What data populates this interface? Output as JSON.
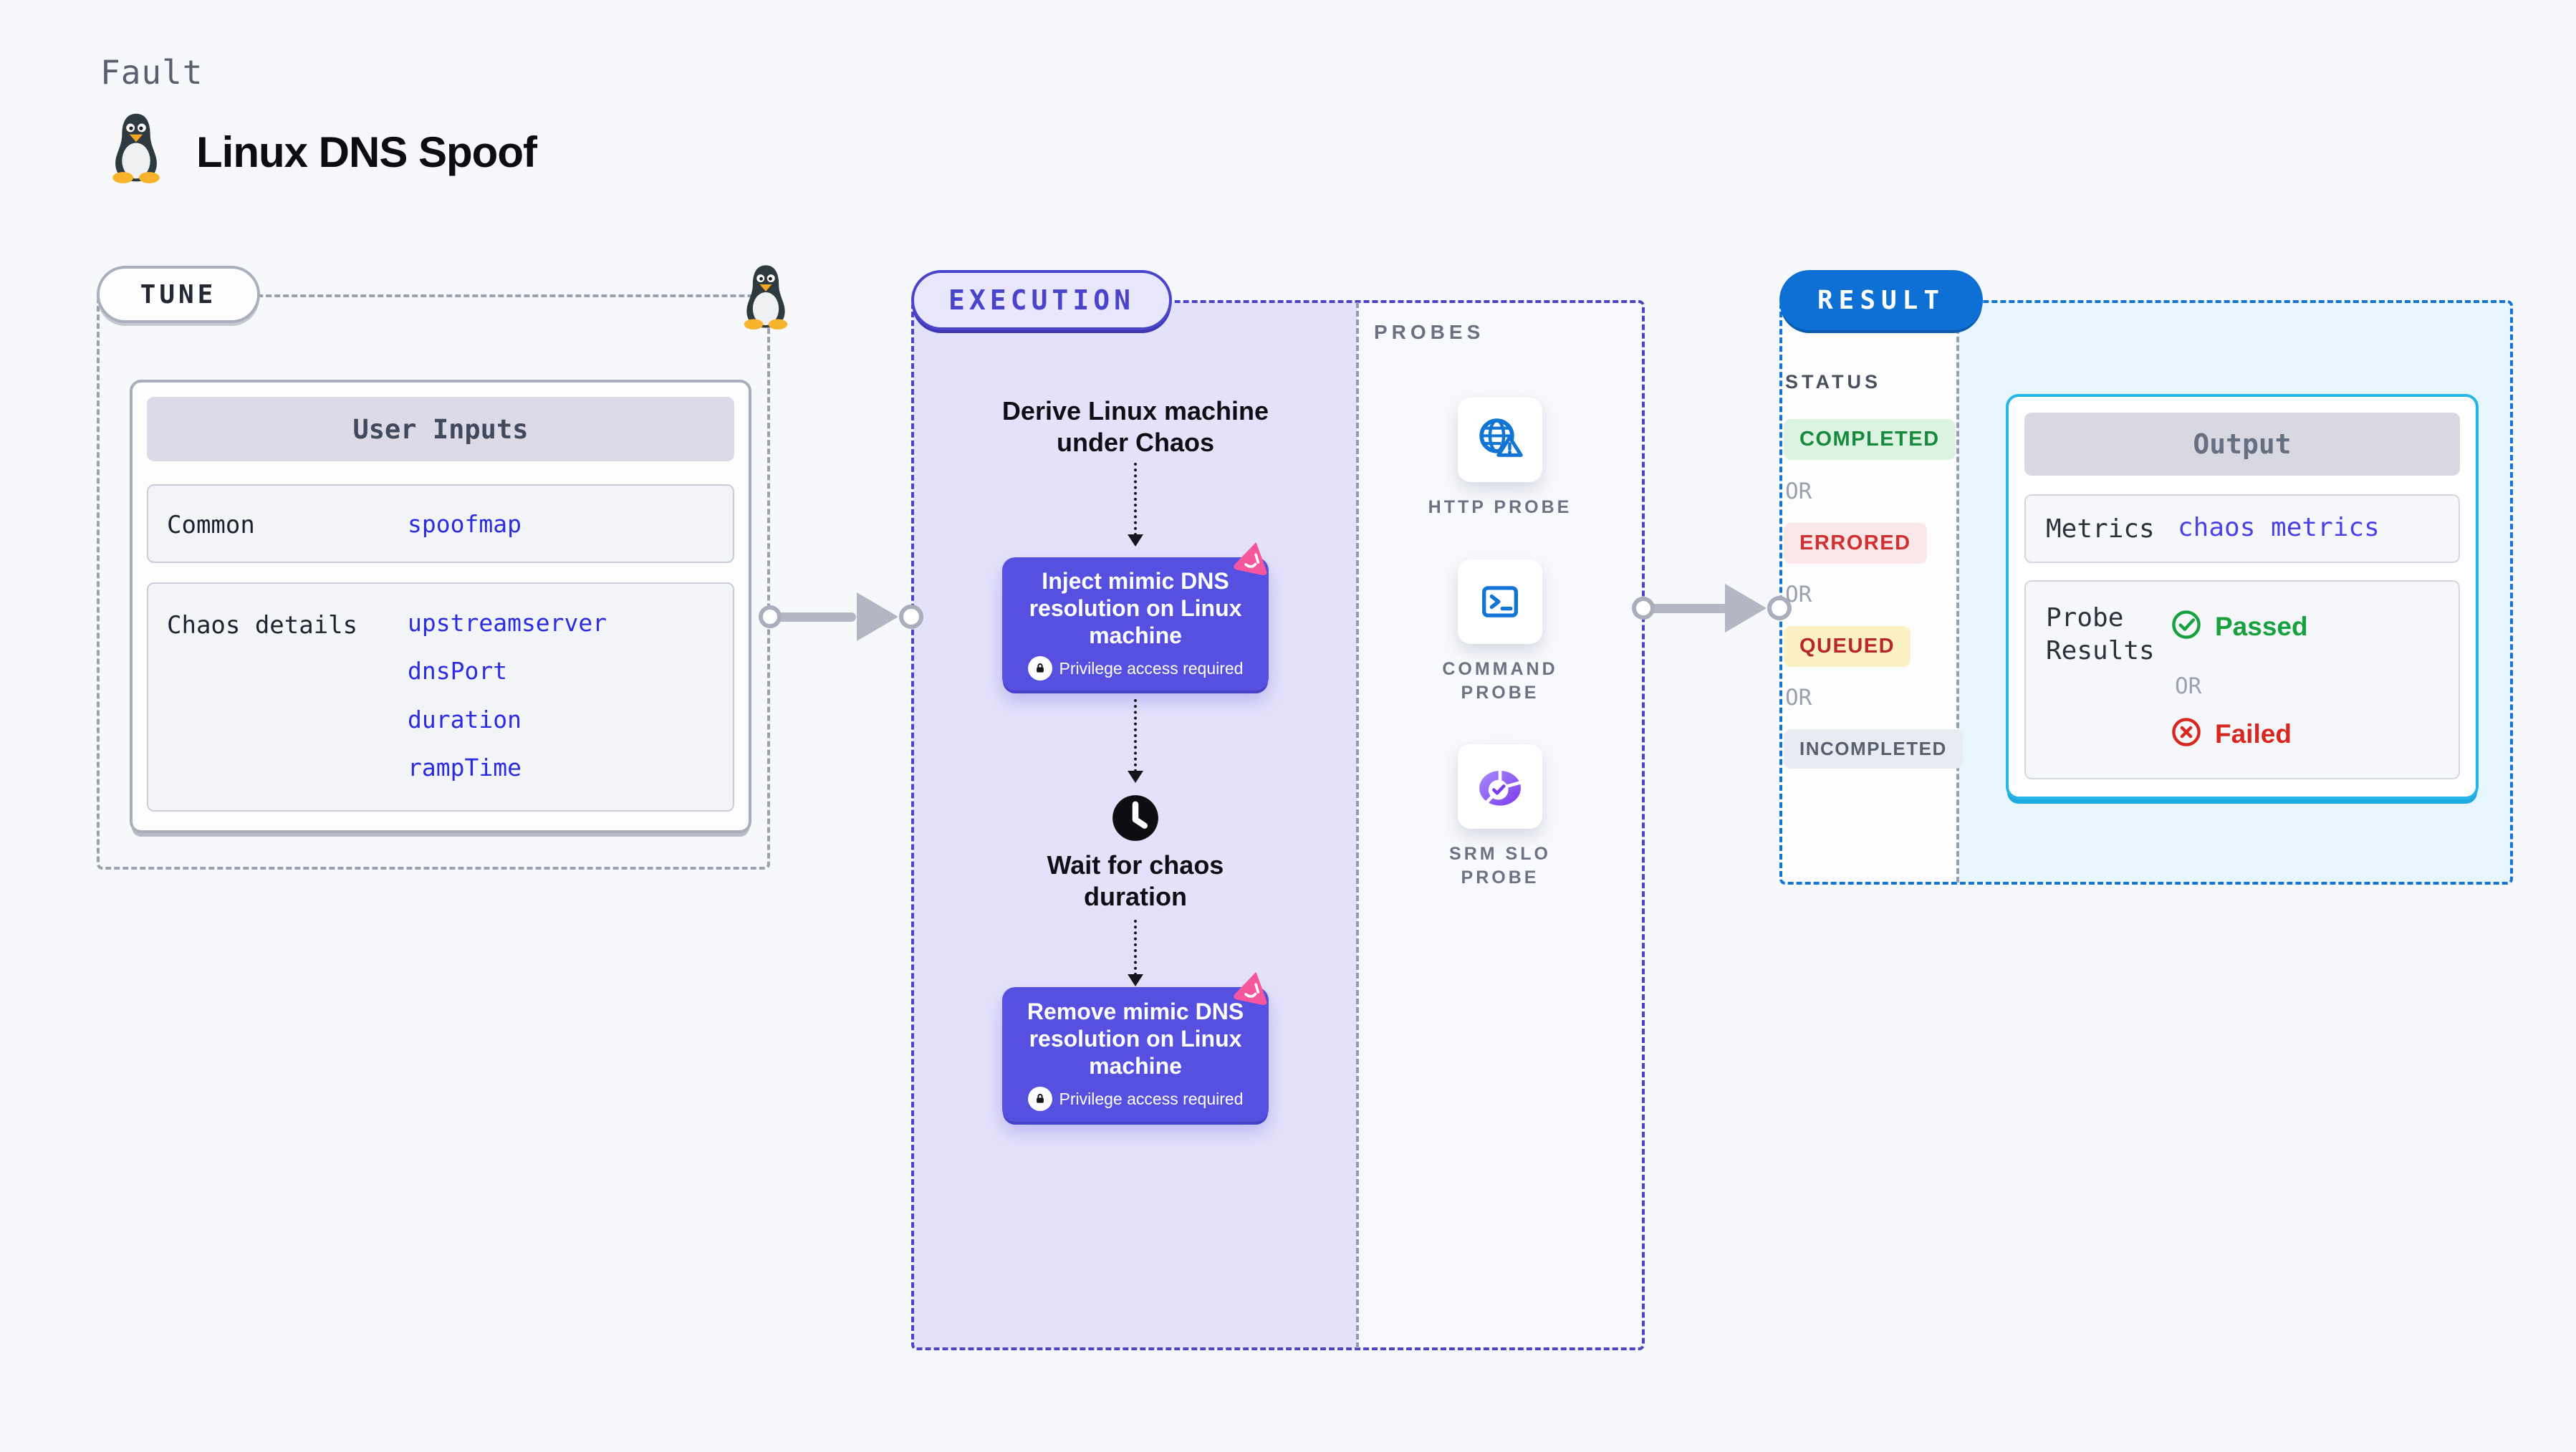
{
  "header": {
    "kicker": "Fault",
    "title": "Linux DNS Spoof"
  },
  "tune": {
    "badge": "TUNE",
    "user_inputs": {
      "title": "User Inputs",
      "rows": [
        {
          "label": "Common",
          "values": [
            "spoofmap"
          ]
        },
        {
          "label": "Chaos details",
          "values": [
            "upstreamserver",
            "dnsPort",
            "duration",
            "rampTime"
          ]
        }
      ]
    }
  },
  "execution": {
    "badge": "EXECUTION",
    "flow": {
      "derive_label": "Derive Linux machine under Chaos",
      "inject_label": "Inject mimic DNS resolution on Linux machine",
      "wait_label": "Wait for chaos duration",
      "remove_label": "Remove mimic DNS resolution on Linux machine",
      "privilege_label": "Privilege access required"
    },
    "probes": {
      "heading": "PROBES",
      "items": [
        {
          "label": "HTTP PROBE",
          "icon": "globe-alert-icon"
        },
        {
          "label": "COMMAND PROBE",
          "icon": "terminal-icon"
        },
        {
          "label": "SRM SLO PROBE",
          "icon": "slo-gauge-icon"
        }
      ]
    }
  },
  "result": {
    "badge": "RESULT",
    "status_heading": "STATUS",
    "or_label": "OR",
    "statuses": [
      {
        "label": "COMPLETED",
        "fg": "#188a3e",
        "bg": "#dcf3e2"
      },
      {
        "label": "ERRORED",
        "fg": "#d03030",
        "bg": "#fbe6e8"
      },
      {
        "label": "QUEUED",
        "fg": "#b82828",
        "bg": "#fcf1c4"
      },
      {
        "label": "INCOMPLETED",
        "fg": "#585f6f",
        "bg": "#e9ebf2"
      }
    ],
    "output": {
      "title": "Output",
      "metrics_label": "Metrics",
      "metrics_value": "chaos metrics",
      "probe_results_label": "Probe Results",
      "passed_label": "Passed",
      "failed_label": "Failed"
    }
  },
  "colors": {
    "page_bg": "#f7f8fb",
    "accent_indigo": "#4b44cb",
    "node_fill": "#5650e0",
    "lavender_pane": "#e4e2fa",
    "result_blue": "#0e70d5",
    "output_border": "#26b5e8",
    "output_pane": "#e7f5fc",
    "value_blue": "#2b2ce1",
    "passed_green": "#17a03e",
    "failed_red": "#d8271e",
    "logo_pink": "#f6579c",
    "probe_icon_blue": "#1274d3",
    "arrow_gray": "#b3b7c3"
  }
}
